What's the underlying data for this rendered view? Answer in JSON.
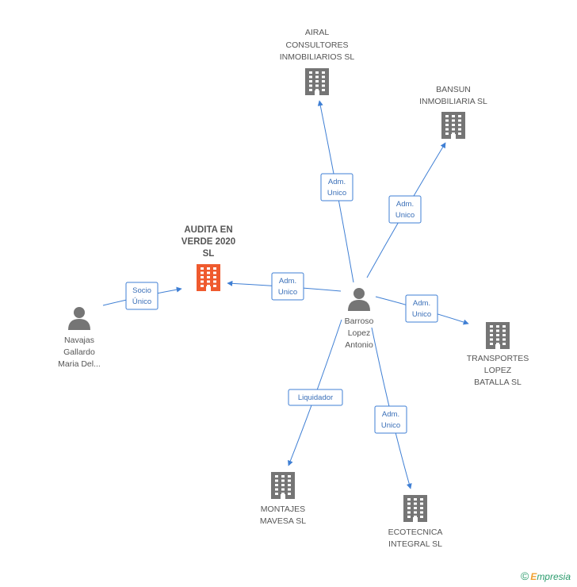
{
  "colors": {
    "edge": "#3f7fd4",
    "building": "#757575",
    "focus_building": "#ef5a2e",
    "person": "#757575",
    "label": "#555555"
  },
  "nodes": [
    {
      "id": "audita",
      "type": "building",
      "focus": true,
      "lines": [
        "AUDITA EN",
        "VERDE 2020",
        "SL"
      ]
    },
    {
      "id": "airal",
      "type": "building",
      "lines": [
        "AIRAL",
        "CONSULTORES",
        "INMOBILIARIOS SL"
      ]
    },
    {
      "id": "bansun",
      "type": "building",
      "lines": [
        "BANSUN",
        "INMOBILIARIA SL"
      ]
    },
    {
      "id": "transportes",
      "type": "building",
      "lines": [
        "TRANSPORTES",
        "LOPEZ",
        "BATALLA SL"
      ]
    },
    {
      "id": "montajes",
      "type": "building",
      "lines": [
        "MONTAJES",
        "MAVESA SL"
      ]
    },
    {
      "id": "ecotecnica",
      "type": "building",
      "lines": [
        "ECOTECNICA",
        "INTEGRAL SL"
      ]
    },
    {
      "id": "barroso",
      "type": "person",
      "lines": [
        "Barroso",
        "Lopez",
        "Antonio"
      ]
    },
    {
      "id": "navajas",
      "type": "person",
      "lines": [
        "Navajas",
        "Gallardo",
        "Maria Del..."
      ]
    }
  ],
  "edges": [
    {
      "from": "navajas",
      "to": "audita",
      "lines": [
        "Socio",
        "Único"
      ]
    },
    {
      "from": "barroso",
      "to": "audita",
      "lines": [
        "Adm.",
        "Unico"
      ]
    },
    {
      "from": "barroso",
      "to": "airal",
      "lines": [
        "Adm.",
        "Unico"
      ]
    },
    {
      "from": "barroso",
      "to": "bansun",
      "lines": [
        "Adm.",
        "Unico"
      ]
    },
    {
      "from": "barroso",
      "to": "transportes",
      "lines": [
        "Adm.",
        "Unico"
      ]
    },
    {
      "from": "barroso",
      "to": "montajes",
      "lines": [
        "Liquidador"
      ]
    },
    {
      "from": "barroso",
      "to": "ecotecnica",
      "lines": [
        "Adm.",
        "Unico"
      ]
    }
  ],
  "footer": {
    "copyright": "©",
    "brand_first": "E",
    "brand_rest": "mpresia"
  }
}
